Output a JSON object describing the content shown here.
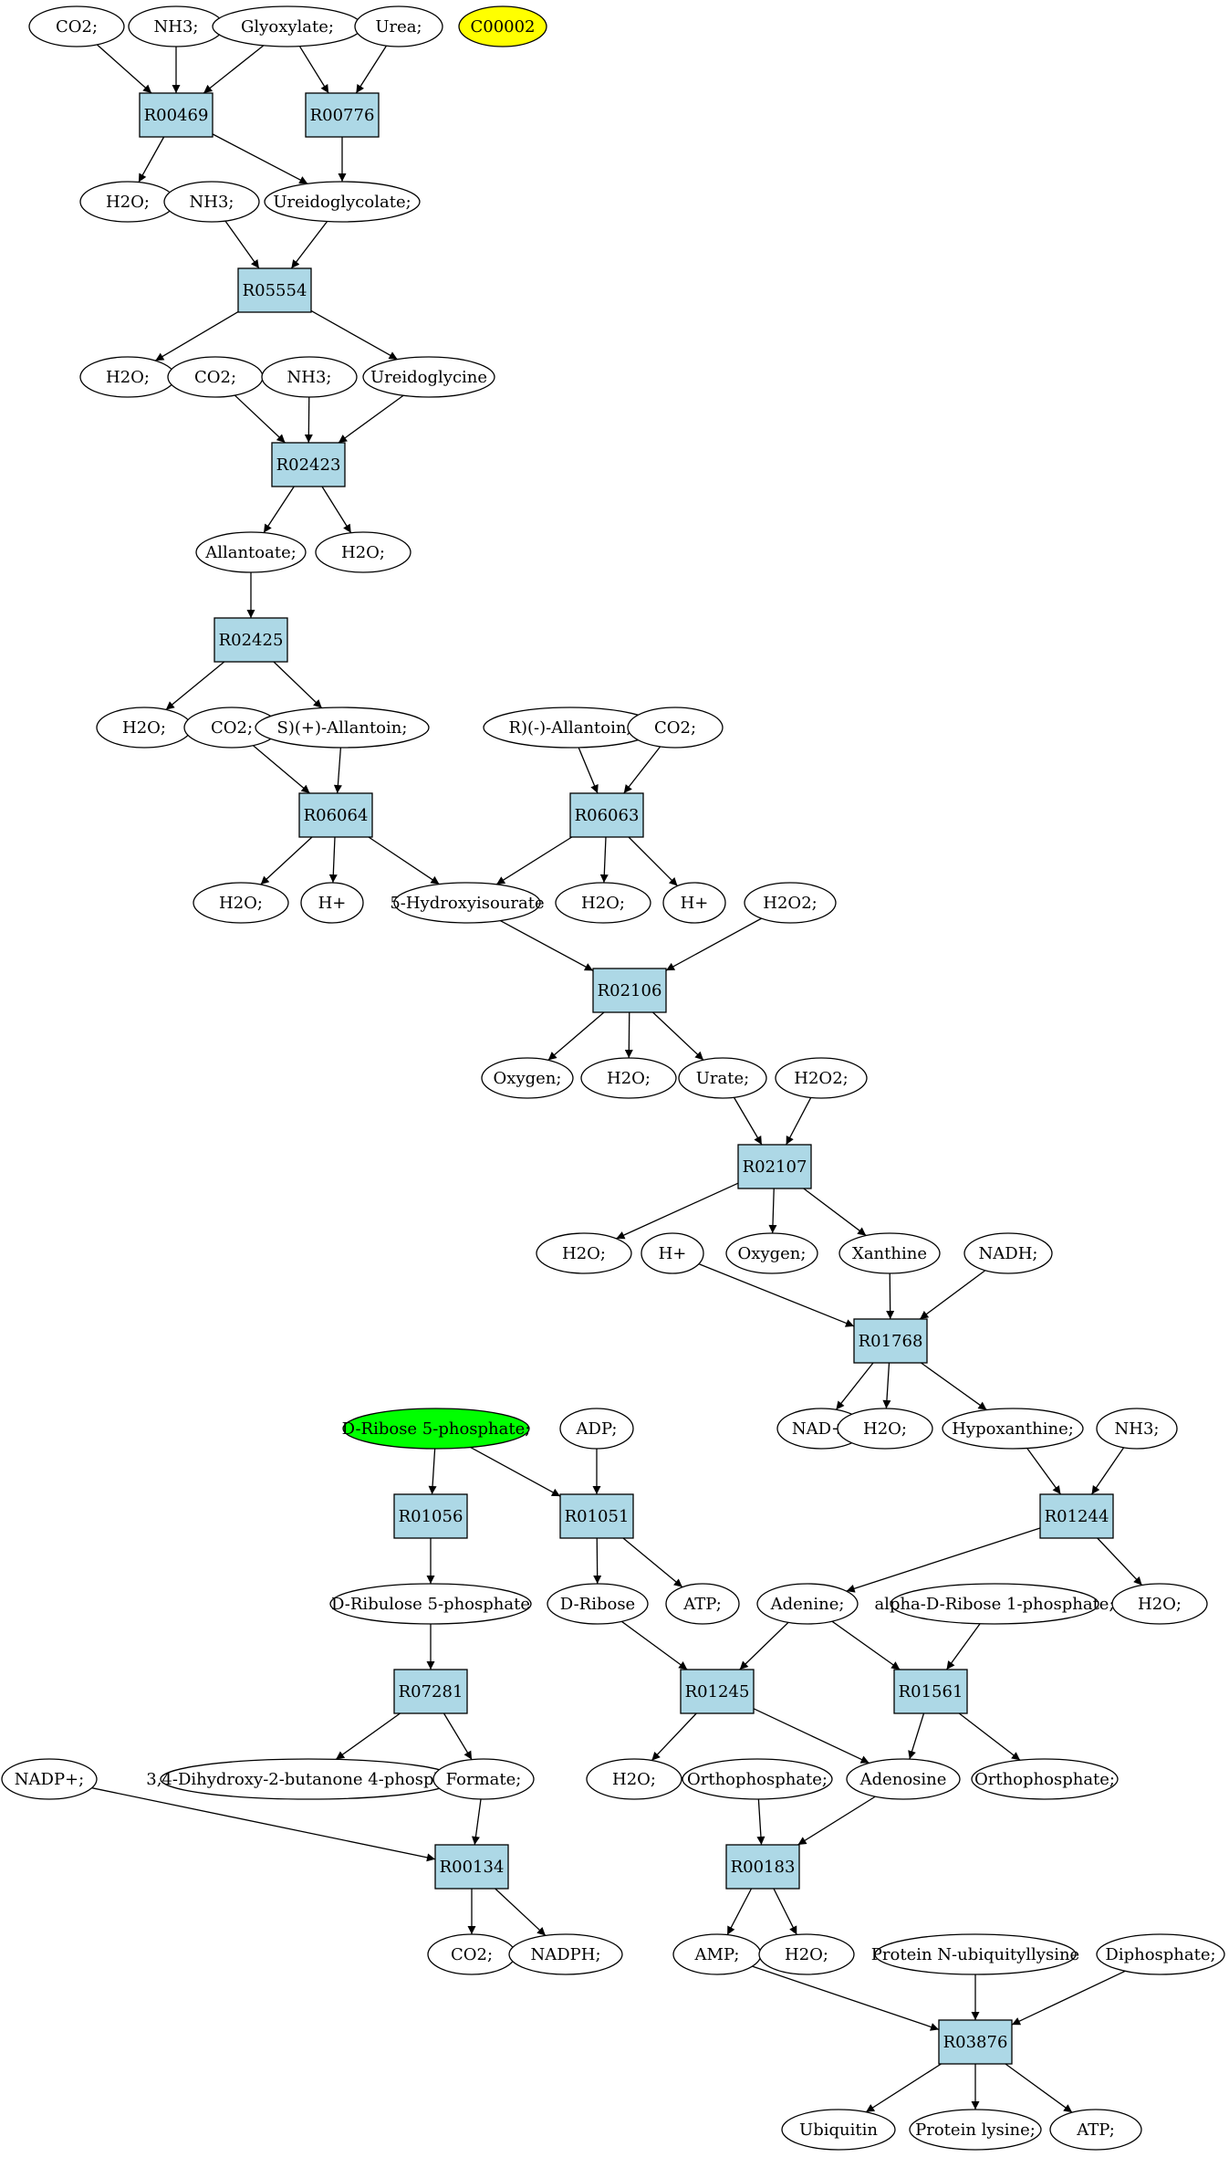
{
  "colors": {
    "reaction_fill": "#add8e6",
    "compound_fill": "#ffffff",
    "highlight_yellow": "#ffff00",
    "highlight_green": "#00ff00"
  },
  "compounds": [
    {
      "id": "c1",
      "label": "CO2;"
    },
    {
      "id": "c2",
      "label": "NH3;"
    },
    {
      "id": "c3",
      "label": "Glyoxylate;"
    },
    {
      "id": "c4",
      "label": "Urea;"
    },
    {
      "id": "c5",
      "label": "C00002",
      "highlight": "yellow"
    },
    {
      "id": "c6",
      "label": "H2O;"
    },
    {
      "id": "c7",
      "label": "NH3;"
    },
    {
      "id": "c8",
      "label": "Ureidoglycolate;"
    },
    {
      "id": "c9",
      "label": "H2O;"
    },
    {
      "id": "c10",
      "label": "CO2;"
    },
    {
      "id": "c11",
      "label": "NH3;"
    },
    {
      "id": "c12",
      "label": "Ureidoglycine"
    },
    {
      "id": "c13",
      "label": "Allantoate;"
    },
    {
      "id": "c14",
      "label": "H2O;"
    },
    {
      "id": "c15",
      "label": "H2O;"
    },
    {
      "id": "c16",
      "label": "CO2;"
    },
    {
      "id": "c17",
      "label": "S)(+)-Allantoin;"
    },
    {
      "id": "c18",
      "label": "R)(-)-Allantoin;"
    },
    {
      "id": "c19",
      "label": "CO2;"
    },
    {
      "id": "c20",
      "label": "H2O;"
    },
    {
      "id": "c21",
      "label": "H+"
    },
    {
      "id": "c22",
      "label": "5-Hydroxyisourate"
    },
    {
      "id": "c23",
      "label": "H2O;"
    },
    {
      "id": "c24",
      "label": "H+"
    },
    {
      "id": "c25",
      "label": "H2O2;"
    },
    {
      "id": "c26",
      "label": "Oxygen;"
    },
    {
      "id": "c27",
      "label": "H2O;"
    },
    {
      "id": "c28",
      "label": "Urate;"
    },
    {
      "id": "c29",
      "label": "H2O2;"
    },
    {
      "id": "c30",
      "label": "H2O;"
    },
    {
      "id": "c31",
      "label": "H+"
    },
    {
      "id": "c32",
      "label": "Oxygen;"
    },
    {
      "id": "c33",
      "label": "Xanthine"
    },
    {
      "id": "c34",
      "label": "NADH;"
    },
    {
      "id": "c35",
      "label": "D-Ribose 5-phosphate;",
      "highlight": "green"
    },
    {
      "id": "c36",
      "label": "ADP;"
    },
    {
      "id": "c37",
      "label": "NAD+;"
    },
    {
      "id": "c38",
      "label": "H2O;"
    },
    {
      "id": "c39",
      "label": "Hypoxanthine;"
    },
    {
      "id": "c40",
      "label": "NH3;"
    },
    {
      "id": "c41",
      "label": "D-Ribulose 5-phosphate"
    },
    {
      "id": "c42",
      "label": "D-Ribose"
    },
    {
      "id": "c43",
      "label": "ATP;"
    },
    {
      "id": "c44",
      "label": "Adenine;"
    },
    {
      "id": "c45",
      "label": "alpha-D-Ribose 1-phosphate;"
    },
    {
      "id": "c46",
      "label": "H2O;"
    },
    {
      "id": "c47",
      "label": "NADP+;"
    },
    {
      "id": "c48",
      "label": "3,4-Dihydroxy-2-butanone 4-phosphate"
    },
    {
      "id": "c49",
      "label": "Formate;"
    },
    {
      "id": "c50",
      "label": "H2O;"
    },
    {
      "id": "c51",
      "label": "Orthophosphate;"
    },
    {
      "id": "c52",
      "label": "Adenosine"
    },
    {
      "id": "c53",
      "label": "Orthophosphate;"
    },
    {
      "id": "c54",
      "label": "CO2;"
    },
    {
      "id": "c55",
      "label": "NADPH;"
    },
    {
      "id": "c56",
      "label": "AMP;"
    },
    {
      "id": "c57",
      "label": "H2O;"
    },
    {
      "id": "c58",
      "label": "Protein N-ubiquityllysine"
    },
    {
      "id": "c59",
      "label": "Diphosphate;"
    },
    {
      "id": "c60",
      "label": "Ubiquitin"
    },
    {
      "id": "c61",
      "label": "Protein lysine;"
    },
    {
      "id": "c62",
      "label": "ATP;"
    }
  ],
  "reactions": [
    {
      "id": "r1",
      "label": "R00469"
    },
    {
      "id": "r2",
      "label": "R00776"
    },
    {
      "id": "r3",
      "label": "R05554"
    },
    {
      "id": "r4",
      "label": "R02423"
    },
    {
      "id": "r5",
      "label": "R02425"
    },
    {
      "id": "r6",
      "label": "R06064"
    },
    {
      "id": "r7",
      "label": "R06063"
    },
    {
      "id": "r8",
      "label": "R02106"
    },
    {
      "id": "r9",
      "label": "R02107"
    },
    {
      "id": "r10",
      "label": "R01768"
    },
    {
      "id": "r11",
      "label": "R01056"
    },
    {
      "id": "r12",
      "label": "R01051"
    },
    {
      "id": "r13",
      "label": "R01244"
    },
    {
      "id": "r14",
      "label": "R07281"
    },
    {
      "id": "r15",
      "label": "R01245"
    },
    {
      "id": "r16",
      "label": "R01561"
    },
    {
      "id": "r17",
      "label": "R00134"
    },
    {
      "id": "r18",
      "label": "R00183"
    },
    {
      "id": "r19",
      "label": "R03876"
    }
  ],
  "edges": [
    [
      "c1",
      "r1"
    ],
    [
      "c2",
      "r1"
    ],
    [
      "c3",
      "r1"
    ],
    [
      "c3",
      "r2"
    ],
    [
      "c4",
      "r2"
    ],
    [
      "r1",
      "c6"
    ],
    [
      "r1",
      "c8"
    ],
    [
      "r2",
      "c8"
    ],
    [
      "c7",
      "r3"
    ],
    [
      "c8",
      "r3"
    ],
    [
      "r3",
      "c9"
    ],
    [
      "r3",
      "c12"
    ],
    [
      "c10",
      "r4"
    ],
    [
      "c11",
      "r4"
    ],
    [
      "c12",
      "r4"
    ],
    [
      "r4",
      "c13"
    ],
    [
      "r4",
      "c14"
    ],
    [
      "c13",
      "r5"
    ],
    [
      "r5",
      "c15"
    ],
    [
      "r5",
      "c17"
    ],
    [
      "c16",
      "r6"
    ],
    [
      "c17",
      "r6"
    ],
    [
      "r6",
      "c20"
    ],
    [
      "r6",
      "c21"
    ],
    [
      "r6",
      "c22"
    ],
    [
      "c18",
      "r7"
    ],
    [
      "c19",
      "r7"
    ],
    [
      "r7",
      "c22"
    ],
    [
      "r7",
      "c23"
    ],
    [
      "r7",
      "c24"
    ],
    [
      "c22",
      "r8"
    ],
    [
      "c25",
      "r8"
    ],
    [
      "r8",
      "c26"
    ],
    [
      "r8",
      "c27"
    ],
    [
      "r8",
      "c28"
    ],
    [
      "c28",
      "r9"
    ],
    [
      "c29",
      "r9"
    ],
    [
      "r9",
      "c30"
    ],
    [
      "r9",
      "c32"
    ],
    [
      "r9",
      "c33"
    ],
    [
      "c31",
      "r10"
    ],
    [
      "c33",
      "r10"
    ],
    [
      "c34",
      "r10"
    ],
    [
      "r10",
      "c37"
    ],
    [
      "r10",
      "c38"
    ],
    [
      "r10",
      "c39"
    ],
    [
      "c35",
      "r11"
    ],
    [
      "c35",
      "r12"
    ],
    [
      "c36",
      "r12"
    ],
    [
      "c39",
      "r13"
    ],
    [
      "c40",
      "r13"
    ],
    [
      "r13",
      "c44"
    ],
    [
      "r13",
      "c46"
    ],
    [
      "r11",
      "c41"
    ],
    [
      "r12",
      "c42"
    ],
    [
      "r12",
      "c43"
    ],
    [
      "c41",
      "r14"
    ],
    [
      "r14",
      "c48"
    ],
    [
      "r14",
      "c49"
    ],
    [
      "c42",
      "r15"
    ],
    [
      "c44",
      "r15"
    ],
    [
      "c44",
      "r16"
    ],
    [
      "c45",
      "r16"
    ],
    [
      "r15",
      "c50"
    ],
    [
      "r15",
      "c52"
    ],
    [
      "r16",
      "c52"
    ],
    [
      "r16",
      "c53"
    ],
    [
      "c47",
      "r17"
    ],
    [
      "c49",
      "r17"
    ],
    [
      "r17",
      "c54"
    ],
    [
      "r17",
      "c55"
    ],
    [
      "c51",
      "r18"
    ],
    [
      "c52",
      "r18"
    ],
    [
      "r18",
      "c56"
    ],
    [
      "r18",
      "c57"
    ],
    [
      "c56",
      "r19"
    ],
    [
      "c58",
      "r19"
    ],
    [
      "c59",
      "r19"
    ],
    [
      "r19",
      "c60"
    ],
    [
      "r19",
      "c61"
    ],
    [
      "r19",
      "c62"
    ]
  ]
}
